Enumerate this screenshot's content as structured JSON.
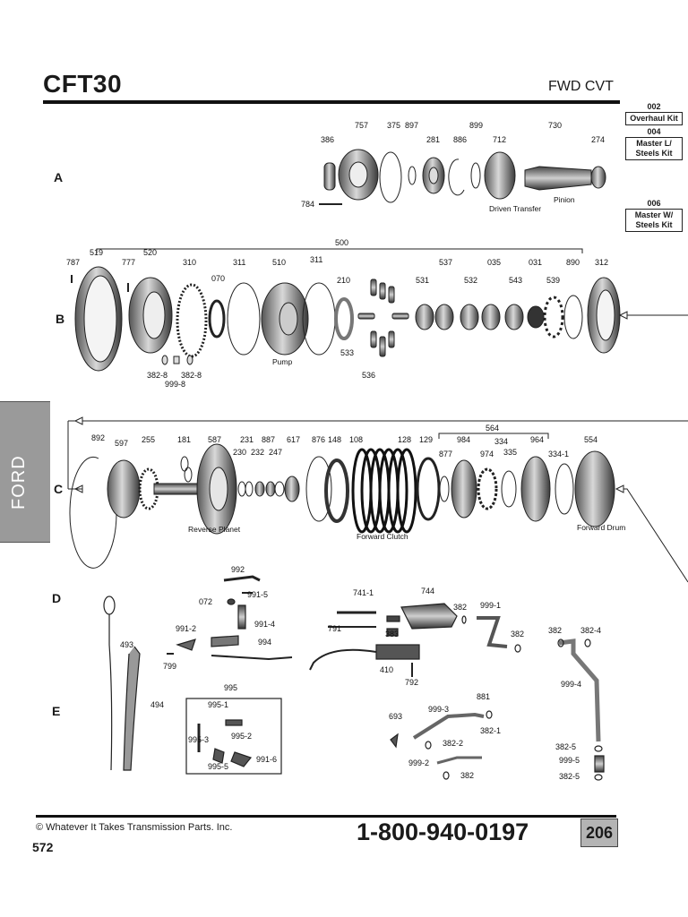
{
  "header": {
    "title": "CFT30",
    "subtitle": "FWD CVT"
  },
  "kits": [
    {
      "code": "002",
      "name": "Overhaul Kit"
    },
    {
      "code": "004",
      "name": "Master L/ Steels Kit"
    },
    {
      "code": "006",
      "name": "Master W/ Steels Kit"
    }
  ],
  "rows": [
    "A",
    "B",
    "C",
    "D",
    "E"
  ],
  "side_tab": "FORD",
  "row_a": {
    "part_numbers": [
      "757",
      "375",
      "897",
      "386",
      "281",
      "886",
      "899",
      "712",
      "730",
      "274",
      "784"
    ],
    "labels": [
      "Driven Transfer",
      "Pinion"
    ]
  },
  "row_b": {
    "part_numbers": [
      "500",
      "519",
      "787",
      "777",
      "520",
      "310",
      "311",
      "510",
      "311",
      "210",
      "070",
      "537",
      "035",
      "031",
      "890",
      "312",
      "531",
      "532",
      "543",
      "539",
      "533",
      "536",
      "382-8",
      "382-8",
      "999-8"
    ],
    "labels": [
      "Pump"
    ]
  },
  "row_c": {
    "part_numbers": [
      "564",
      "892",
      "597",
      "255",
      "181",
      "587",
      "231",
      "887",
      "617",
      "876",
      "148",
      "108",
      "128",
      "129",
      "984",
      "334",
      "964",
      "554",
      "230",
      "232",
      "247",
      "877",
      "974",
      "335",
      "334-1"
    ],
    "labels": [
      "Reverse Planet",
      "Forward Clutch",
      "Forward Drum"
    ]
  },
  "row_d": {
    "part_numbers": [
      "992",
      "072",
      "991-5",
      "991-4",
      "991-2",
      "994",
      "799",
      "493",
      "741-1",
      "744",
      "382",
      "999-1",
      "791",
      "383",
      "382",
      "410",
      "792",
      "382",
      "382-4",
      "999-4"
    ]
  },
  "row_e": {
    "part_numbers": [
      "494",
      "995",
      "995-1",
      "995-3",
      "995-2",
      "995-5",
      "991-6",
      "881",
      "693",
      "999-3",
      "382-1",
      "382-2",
      "999-2",
      "382",
      "382-5",
      "999-5",
      "382-5"
    ]
  },
  "footer": {
    "copyright": "© Whatever It Takes Transmission Parts. Inc.",
    "phone": "1-800-940-0197",
    "page_box": "206",
    "page_number": "572"
  }
}
